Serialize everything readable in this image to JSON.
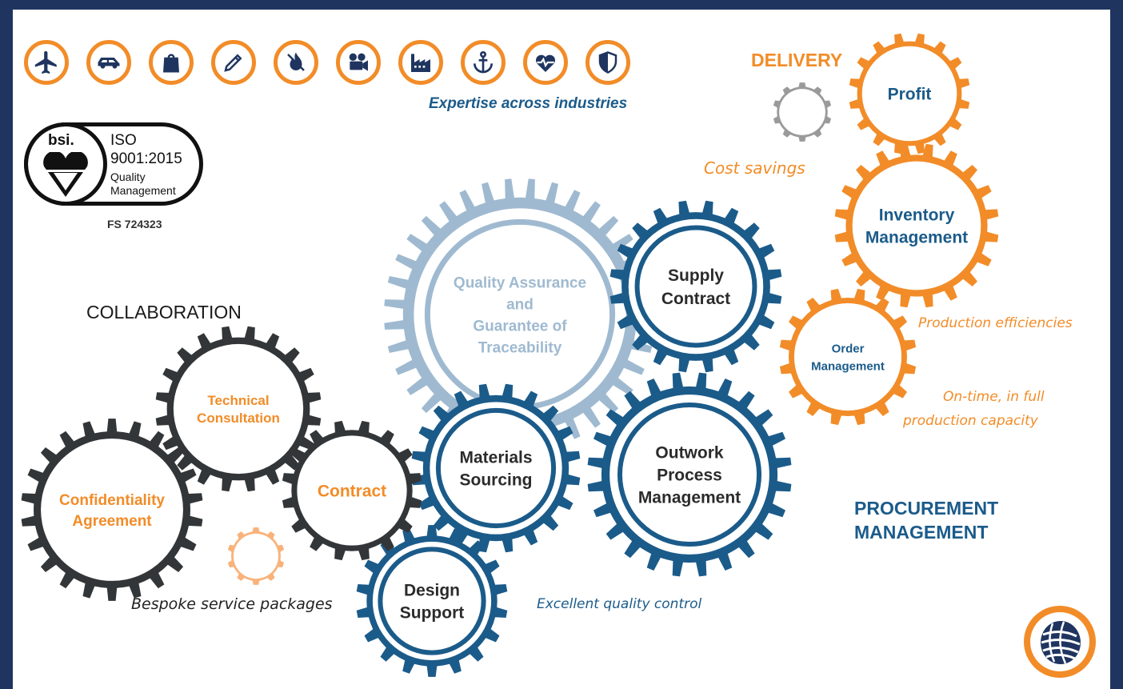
{
  "colors": {
    "background": "#ffffff",
    "frame": "#1f3560",
    "navy": "#1b5b8a",
    "orange": "#f28c28",
    "dark": "#333638",
    "light_blue": "#9fbad0",
    "grey": "#9a9a9a",
    "peach": "#f9b27a"
  },
  "industry_icons": [
    "airplane-icon",
    "car-icon",
    "shopping-bag-icon",
    "pencil-icon",
    "flame-icon",
    "film-camera-icon",
    "factory-icon",
    "anchor-icon",
    "heart-pulse-icon",
    "shield-icon"
  ],
  "expertise_text": "Expertise across industries",
  "certification": {
    "logo_text": "bsi.",
    "line1": "ISO",
    "line2": "9001:2015",
    "line3": "Quality",
    "line4": "Management",
    "cert_number": "FS 724323"
  },
  "headings": {
    "delivery": "DELIVERY",
    "collaboration": "COLLABORATION",
    "procurement_line1": "PROCUREMENT",
    "procurement_line2": "MANAGEMENT"
  },
  "gears": {
    "profit": [
      "Profit"
    ],
    "inventory": [
      "Inventory",
      "Management"
    ],
    "order": [
      "Order",
      "Management"
    ],
    "supply": [
      "Supply",
      "Contract"
    ],
    "quality": [
      "Quality Assurance",
      "and",
      "Guarantee of",
      "Traceability"
    ],
    "materials": [
      "Materials",
      "Sourcing"
    ],
    "outwork": [
      "Outwork",
      "Process",
      "Management"
    ],
    "design": [
      "Design",
      "Support"
    ],
    "technical": [
      "Technical",
      "Consultation"
    ],
    "contract": [
      "Contract"
    ],
    "confidentiality": [
      "Confidentiality",
      "Agreement"
    ]
  },
  "annotations": {
    "cost_savings": "Cost savings",
    "production_efficiencies": "Production efficiencies",
    "on_time_line1": "On-time, in full",
    "on_time_line2": "production capacity",
    "excellent_quality": "Excellent quality control",
    "bespoke": "Bespoke service packages"
  },
  "brand_logo": "globe-logo-icon"
}
